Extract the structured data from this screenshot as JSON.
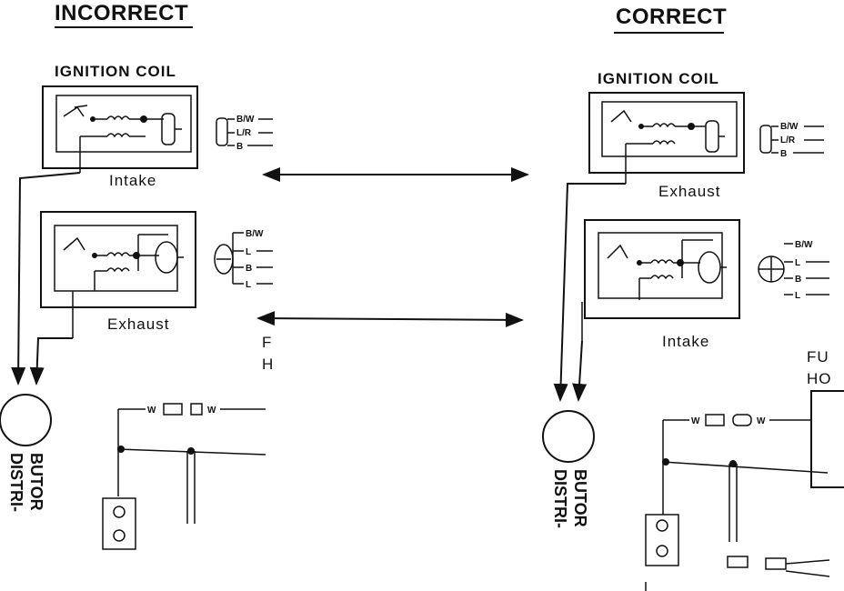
{
  "headings": {
    "incorrect": "INCORRECT",
    "correct": "CORRECT"
  },
  "left_panel": {
    "top_coil_title": "IGNITION COIL",
    "top_coil_label": "Intake",
    "bottom_coil_label": "Exhaust",
    "top_connector": [
      "B/W",
      "L/R",
      "B"
    ],
    "bottom_connector": [
      "B/W",
      "L",
      "B",
      "L"
    ],
    "distributor": "DISTRI-BUTOR",
    "wire_label_a": "W",
    "wire_label_b": "W",
    "cut_text": [
      "F",
      "H"
    ]
  },
  "right_panel": {
    "top_coil_title": "IGNITION COIL",
    "top_coil_label": "Exhaust",
    "bottom_coil_label": "Intake",
    "top_connector": [
      "B/W",
      "L/R",
      "B"
    ],
    "bottom_connector": [
      "B/W",
      "L",
      "B",
      "L"
    ],
    "distributor": "DISTRI-BUTOR",
    "wire_label_a": "W",
    "wire_label_b": "W",
    "cut_text": [
      "FU",
      "HO"
    ]
  },
  "distributor_lines": [
    "DISTRI-",
    "BUTOR"
  ]
}
